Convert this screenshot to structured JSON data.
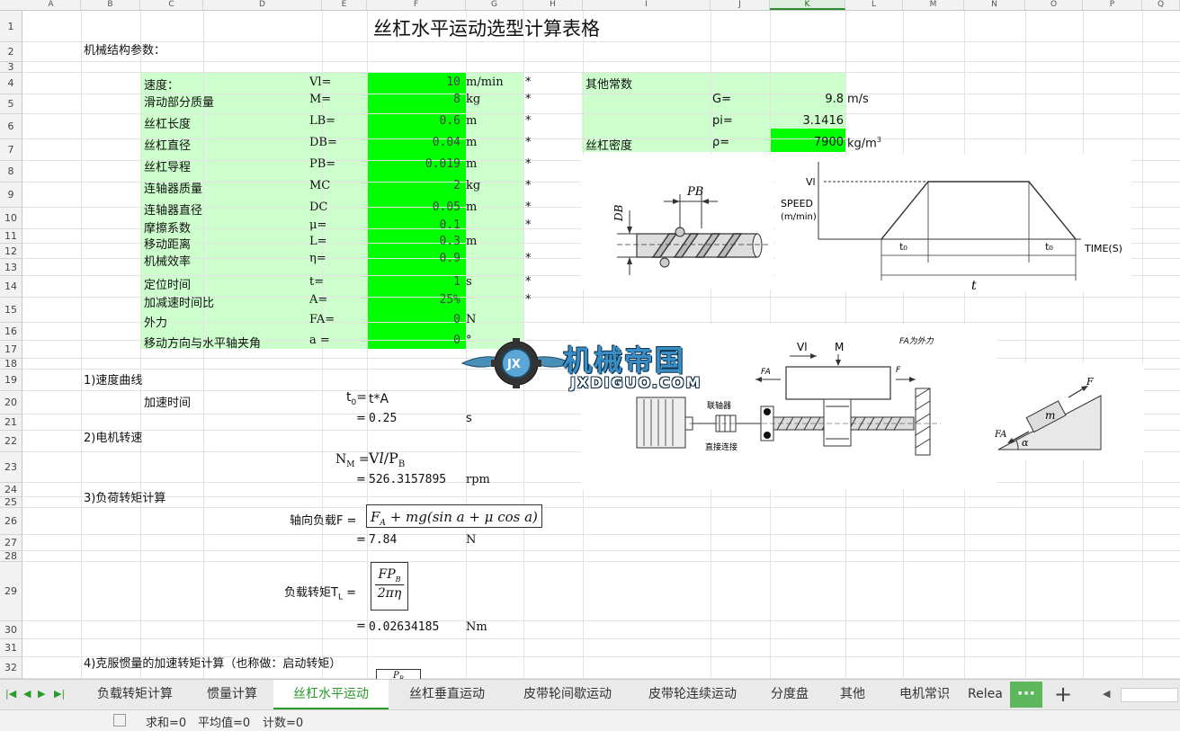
{
  "columns": [
    "A",
    "B",
    "C",
    "D",
    "E",
    "F",
    "G",
    "H",
    "I",
    "J",
    "K",
    "L",
    "M",
    "N",
    "O",
    "P",
    "Q"
  ],
  "rows": [
    "1",
    "2",
    "3",
    "4",
    "5",
    "6",
    "7",
    "8",
    "9",
    "10",
    "11",
    "12",
    "13",
    "14",
    "15",
    "16",
    "17",
    "18",
    "19",
    "20",
    "21",
    "22",
    "23",
    "24",
    "25",
    "26",
    "27",
    "28",
    "29",
    "30",
    "31",
    "32"
  ],
  "sheet": {
    "title": "丝杠水平运动选型计算表格",
    "section_mech": "机械结构参数：",
    "params": [
      {
        "label": "速度：",
        "sym": "Vl=",
        "val": "10",
        "unit": "m/min",
        "star": "*"
      },
      {
        "label": "滑动部分质量",
        "sym": "M=",
        "val": "8",
        "unit": "kg",
        "star": "*"
      },
      {
        "label": "丝杠长度",
        "sym": "LB=",
        "val": "0.6",
        "unit": "m",
        "star": "*"
      },
      {
        "label": "丝杠直径",
        "sym": "DB=",
        "val": "0.04",
        "unit": "m",
        "star": "*"
      },
      {
        "label": "丝杠导程",
        "sym": "PB=",
        "val": "0.019",
        "unit": "m",
        "star": "*"
      },
      {
        "label": "连轴器质量",
        "sym": "MC",
        "val": "2",
        "unit": "kg",
        "star": "*"
      },
      {
        "label": "连轴器直径",
        "sym": "DC",
        "val": "0.05",
        "unit": "m",
        "star": "*"
      },
      {
        "label": "摩擦系数",
        "sym": "μ=",
        "val": "0.1",
        "unit": "",
        "star": "*"
      },
      {
        "label": "移动距离",
        "sym": "L=",
        "val": "0.3",
        "unit": "m",
        "star": ""
      },
      {
        "label": "机械效率",
        "sym": "η=",
        "val": "0.9",
        "unit": "",
        "star": "*"
      },
      {
        "label": "定位时间",
        "sym": "t=",
        "val": "1",
        "unit": "s",
        "star": "*"
      },
      {
        "label": "加减速时间比",
        "sym": "A=",
        "val": "25%",
        "unit": "",
        "star": "*"
      },
      {
        "label": "外力",
        "sym": "FA=",
        "val": "0",
        "unit": "N",
        "star": ""
      },
      {
        "label": "移动方向与水平轴夹角",
        "sym": "a =",
        "val": "0",
        "unit": "°",
        "star": ""
      }
    ],
    "other": {
      "title": "其他常数",
      "g_sym": "G=",
      "g_val": "9.8",
      "g_unit": "m/s",
      "pi_sym": "pi=",
      "pi_val": "3.1416",
      "rho_label": "丝杠密度",
      "rho_sym": "ρ=",
      "rho_val": "7900",
      "rho_unit": "kg/m",
      "rho_exp": "3"
    },
    "sec1": "1)速度曲线",
    "accel_label": "加速时间",
    "t0_sym": "t0=",
    "t0_formula": "t*A",
    "eq": "=",
    "t0_val": "0.25",
    "t0_unit": "s",
    "sec2": "2)电机转速",
    "nm_sym": "NM =",
    "nm_formula": "Vl/PB",
    "nm_val": "526.3157895",
    "nm_unit": "rpm",
    "sec3": "3)负荷转矩计算",
    "axial_label": "轴向负载F =",
    "axial_formula": "FA + mg(sin a + μ cos a)",
    "axial_val": "7.84",
    "axial_unit": "N",
    "torque_label": "负载转矩TL =",
    "torque_num": "FPB",
    "torque_den": "2πη",
    "torque_val": "0.02634185",
    "torque_unit": "Nm",
    "sec4": "4)克服惯量的加速转矩计算（也称做：启动转矩）",
    "frag_formula": "PB"
  },
  "diagrams": {
    "db": "DB",
    "pb": "PB",
    "vl": "Vl",
    "speed": "SPEED",
    "speed_unit": "(m/min)",
    "t0": "t₀",
    "t0b": "t₀",
    "time": "TIME(S)",
    "t": "t",
    "motor_vl": "Vl",
    "motor_m": "M",
    "fa_note": "FA为外力",
    "fa": "FA",
    "f": "F",
    "coupler": "联轴器",
    "direct": "直接连接",
    "incline_m": "m",
    "incline_f": "F",
    "incline_fa": "FA",
    "incline_a": "α"
  },
  "logo": {
    "cn": "机械帝国",
    "en": "JXDIGUO.COM",
    "mark": "JX"
  },
  "tabs": [
    "负载转矩计算",
    "惯量计算",
    "丝杠水平运动",
    "丝杠垂直运动",
    "皮带轮间歇运动",
    "皮带轮连续运动",
    "分度盘",
    "其他",
    "电机常识",
    "Relea"
  ],
  "active_tab": 2,
  "more_label": "···",
  "add_label": "+",
  "status": {
    "sum": "求和=0",
    "avg": "平均值=0",
    "count": "计数=0"
  },
  "colors": {
    "green_bright": "#00ff00",
    "green_light": "#ccffcc",
    "accent": "#2a9a2a"
  }
}
